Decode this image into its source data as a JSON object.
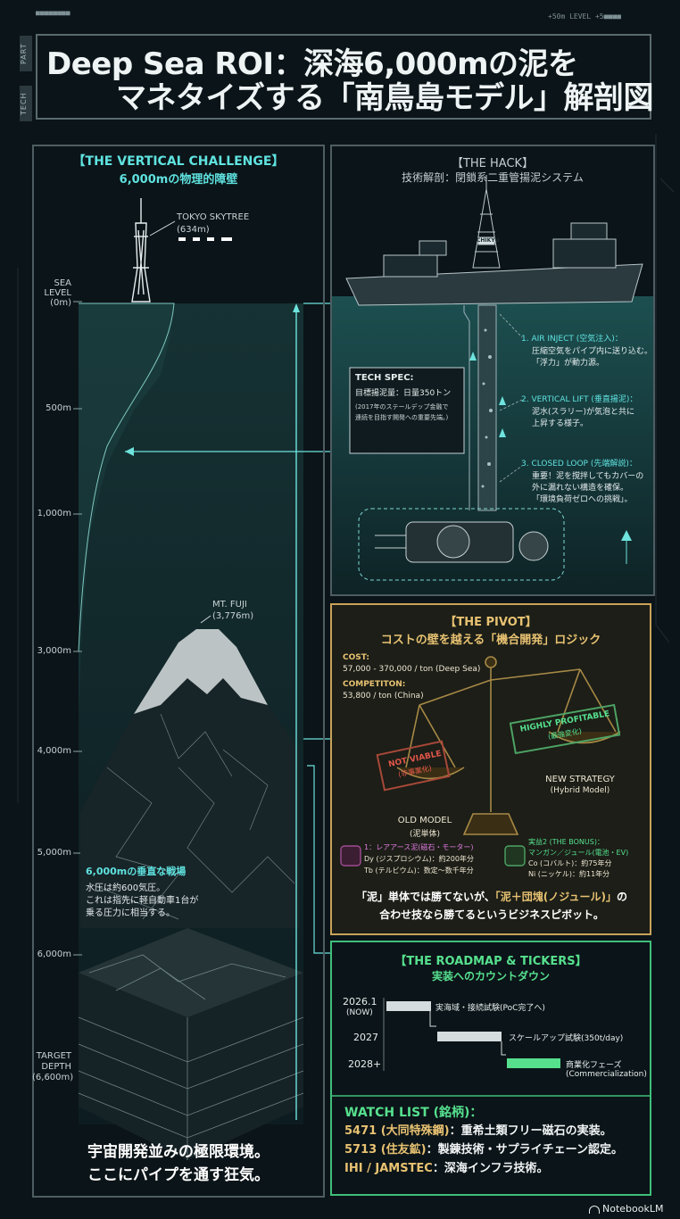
{
  "header": {
    "part_tag": "PART",
    "tech_tag": "TECH",
    "title_line1": "Deep Sea ROI：深海6,000mの泥を",
    "title_line2": "マネタイズする「南鳥島モデル」解剖図",
    "top_strip_left": "■■■■■■■■",
    "top_strip_right": "+50m  LEVEL  +5■■■■"
  },
  "vertical": {
    "heading_en": "【THE VERTICAL CHALLENGE】",
    "heading_ja": "6,000mの物理的障壁",
    "skytree_label": "TOKYO SKYTREE",
    "skytree_height": "(634m)",
    "fuji_label": "MT. FUJI",
    "fuji_height": "(3,776m)",
    "sea_level": [
      "SEA",
      "LEVEL",
      "(0m)"
    ],
    "depths": [
      "500m",
      "1,000m",
      "3,000m",
      "4,000m",
      "5,000m",
      "6,000m"
    ],
    "target": [
      "TARGET",
      "DEPTH",
      "(6,600m)"
    ],
    "pressure_title": "6,000mの垂直な戦場",
    "pressure_lines": [
      "水圧は約600気圧。",
      "これは指先に軽自動車1台が",
      "乗る圧力に相当する。"
    ],
    "footer_line1": "宇宙開発並みの極限環境。",
    "footer_line2": "ここにパイプを通す狂気。"
  },
  "hack": {
    "heading_en": "【THE HACK】",
    "heading_ja": "技術解剖：閉鎖系二重管揚泥システム",
    "ship_name": "CHIKYU",
    "spec_title": "TECH SPEC:",
    "spec_line1": "目標揚泥量：日量350トン",
    "spec_line2": "(2017年のステールデップ金融で",
    "spec_line3": "連続を目指す開発への重要先端。)",
    "steps": [
      {
        "title": "1. AIR INJECT (空気注入)：",
        "l1": "圧縮空気をパイプ内に送り込む。",
        "l2": "「浮力」が動力源。"
      },
      {
        "title": "2. VERTICAL LIFT (垂直揚泥)：",
        "l1": "泥水(スラリー)が気泡と共に",
        "l2": "上昇する様子。"
      },
      {
        "title": "3. CLOSED LOOP (先端解説)：",
        "l1": "重要！泥を撹拌してもカバーの",
        "l2": "外に漏れない構造を確保。",
        "l3": "「環境負荷ゼロへの挑戦」。"
      }
    ]
  },
  "pivot": {
    "heading_en": "【THE PIVOT】",
    "heading_ja": "コストの壁を越える「機合開発」ロジック",
    "cost_label": "COST:",
    "cost_value": "57,000 - 370,000 / ton (Deep Sea)",
    "comp_label": "COMPETITON:",
    "comp_value": "53,800 / ton (China)",
    "stamp_left_1": "NOT VIABLE",
    "stamp_left_2": "(非事業化)",
    "stamp_right_1": "HIGHLY PROFITABLE",
    "stamp_right_2": "(最強変化)",
    "old_model": "OLD MODEL",
    "old_model_ja": "(泥単体)",
    "new_strategy": "NEW STRATEGY",
    "new_strategy_sub": "(Hybrid Model)",
    "left_list": [
      "1：レアアース泥(磁石・モーター)",
      "Dy (ジスプロシウム)：約200年分",
      "Tb (テルビウム)：数定～数千年分"
    ],
    "right_list": [
      "実益2 (THE BONUS)：",
      "マンガン／ジュール(電池・EV)",
      "Co (コバルト)：約75年分",
      "Ni (ニッケル)：約11年分"
    ],
    "summary_line1a": "「泥」単体では勝てないが、",
    "summary_line1b": "「泥＋団塊(ノジュール)」",
    "summary_line1c": "の",
    "summary_line2": "合わせ技なら勝てるというビジネスピボット。"
  },
  "roadmap": {
    "heading_en": "【THE ROADMAP & TICKERS】",
    "heading_ja": "実装へのカウントダウン",
    "rows": [
      {
        "year": "2026.1",
        "sub": "(NOW)",
        "text": "実海域・接続試験(PoC完了へ)"
      },
      {
        "year": "2027",
        "sub": "",
        "text": "スケールアップ試験(350t/day)"
      },
      {
        "year": "2028+",
        "sub": "",
        "text": "商業化フェーズ",
        "text2": "(Commercialization)"
      }
    ],
    "watch_title": "WATCH LIST (銘柄)：",
    "watch": [
      {
        "ticker": "5471 (大同特殊鋼)",
        "desc": "：重希土類フリー磁石の実装。"
      },
      {
        "ticker": "5713 (住友鉱)",
        "desc": "：製錬技術・サプライチェーン認定。"
      },
      {
        "ticker": "IHI / JAMSTEC",
        "desc": "：深海インフラ技術。"
      }
    ]
  },
  "brand": {
    "logo": "NotebookLM"
  },
  "colors": {
    "cyan": "#5fe3e0",
    "gold": "#e8c272",
    "green": "#56e08e",
    "red": "#e0554a",
    "bg": "#0b1418"
  }
}
